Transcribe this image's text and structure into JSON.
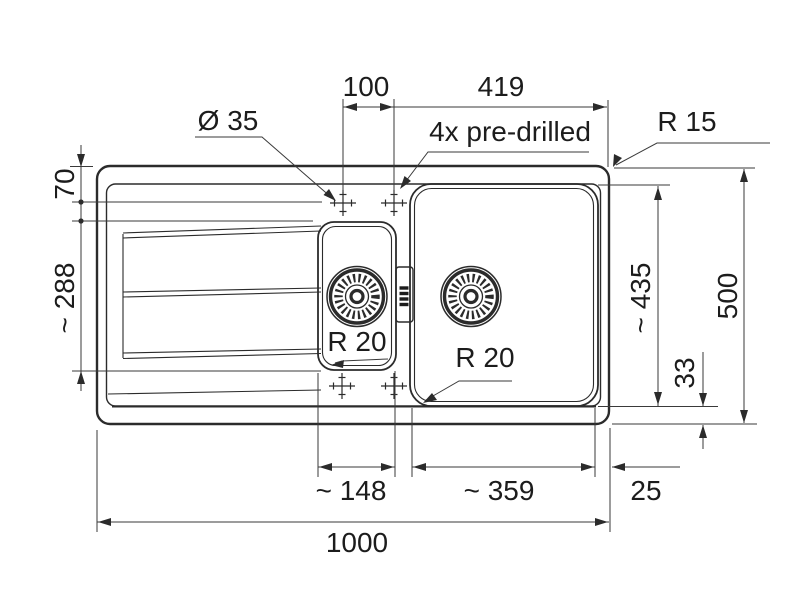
{
  "labels": {
    "hole_diameter": "Ø 35",
    "predrilled_note": "4x pre-drilled",
    "outer_corner_radius": "R 15",
    "small_bowl_corner_radius": "R 20",
    "main_bowl_corner_radius": "R 20"
  },
  "dims": {
    "hole_spacing": "100",
    "holes_to_edge": "419",
    "rim_to_holes": "70",
    "drainboard_bowl_depth": "~ 288",
    "inner_depth": "~ 435",
    "overall_depth": "500",
    "bottom_rim": "33",
    "small_bowl_width": "~ 148",
    "main_bowl_width": "~ 359",
    "side_rim": "25",
    "overall_width": "1000"
  },
  "colors": {
    "line": "#2b2b2b",
    "dimension": "#3a3a3a",
    "background": "#ffffff"
  }
}
